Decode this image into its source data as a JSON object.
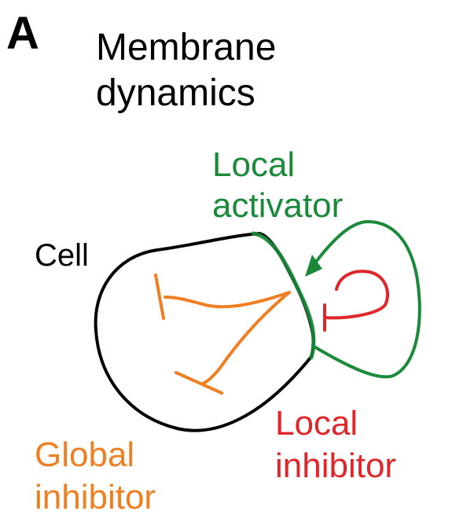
{
  "panel_letter": "A",
  "title": {
    "line1": "Membrane",
    "line2": "dynamics"
  },
  "labels": {
    "cell": "Cell",
    "local_activator": {
      "line1": "Local",
      "line2": "activator"
    },
    "local_inhibitor": {
      "line1": "Local",
      "line2": "inhibitor"
    },
    "global_inhibitor": {
      "line1": "Global",
      "line2": "inhibitor"
    }
  },
  "colors": {
    "cell_outline": "#000000",
    "local_activator": "#1a8a3a",
    "local_inhibitor": "#e0262b",
    "global_inhibitor": "#ee7f22"
  }
}
